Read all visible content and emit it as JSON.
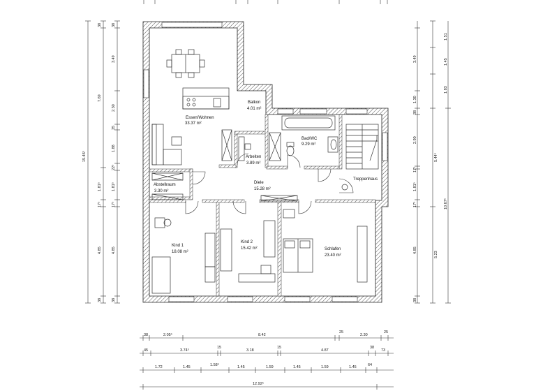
{
  "rooms": [
    {
      "name": "Essen/Wohnen",
      "area": "33.37 m²"
    },
    {
      "name": "Balkon",
      "area": "4.01 m²"
    },
    {
      "name": "Arbeiten",
      "area": "3.89 m²"
    },
    {
      "name": "Bad/WC",
      "area": "9.29 m²"
    },
    {
      "name": "Abstellraum",
      "area": "3.30 m²"
    },
    {
      "name": "Diele",
      "area": "15.28 m²"
    },
    {
      "name": "Treppenhaus",
      "area": ""
    },
    {
      "name": "Kind 1",
      "area": "18.08 m²"
    },
    {
      "name": "Kind 2",
      "area": "15.42 m²"
    },
    {
      "name": "Schlafen",
      "area": "23.40 m²"
    }
  ],
  "dims_left_total": [
    "15.46⁵"
  ],
  "dims_left_mid": [
    "38",
    "7.69",
    "1.81⁵",
    "17⁵",
    "4.85",
    "38"
  ],
  "dims_left_inner": [
    "38",
    "3.49",
    "2.30",
    "35",
    "1.88",
    "22⁵",
    "1.81⁵",
    "17⁵",
    "4.85",
    "38"
  ],
  "dims_right_inner": [
    "3.49",
    "1.30",
    "38",
    "2.90",
    "17⁵",
    "1.81⁵",
    "17⁵",
    "4.85",
    "38"
  ],
  "dims_right_mid": [
    "1.51",
    "1.45",
    "1.83",
    "5.44⁵",
    "5.23"
  ],
  "dims_right_total": [
    "10.67⁵"
  ],
  "dims_bottom_row1": [
    "38",
    "2.05⁵",
    "8.42",
    "25",
    "2.30",
    "25"
  ],
  "dims_bottom_row2": [
    "45",
    "3.74⁵",
    "15",
    "3.18",
    "15",
    "4.87",
    "38",
    "73"
  ],
  "dims_bottom_row3": [
    "1.72",
    "1.45",
    "1.58⁵",
    "1.45",
    "1.59",
    "1.45",
    "1.59",
    "1.45",
    "64"
  ],
  "dims_bottom_total": [
    "12.92⁵"
  ]
}
